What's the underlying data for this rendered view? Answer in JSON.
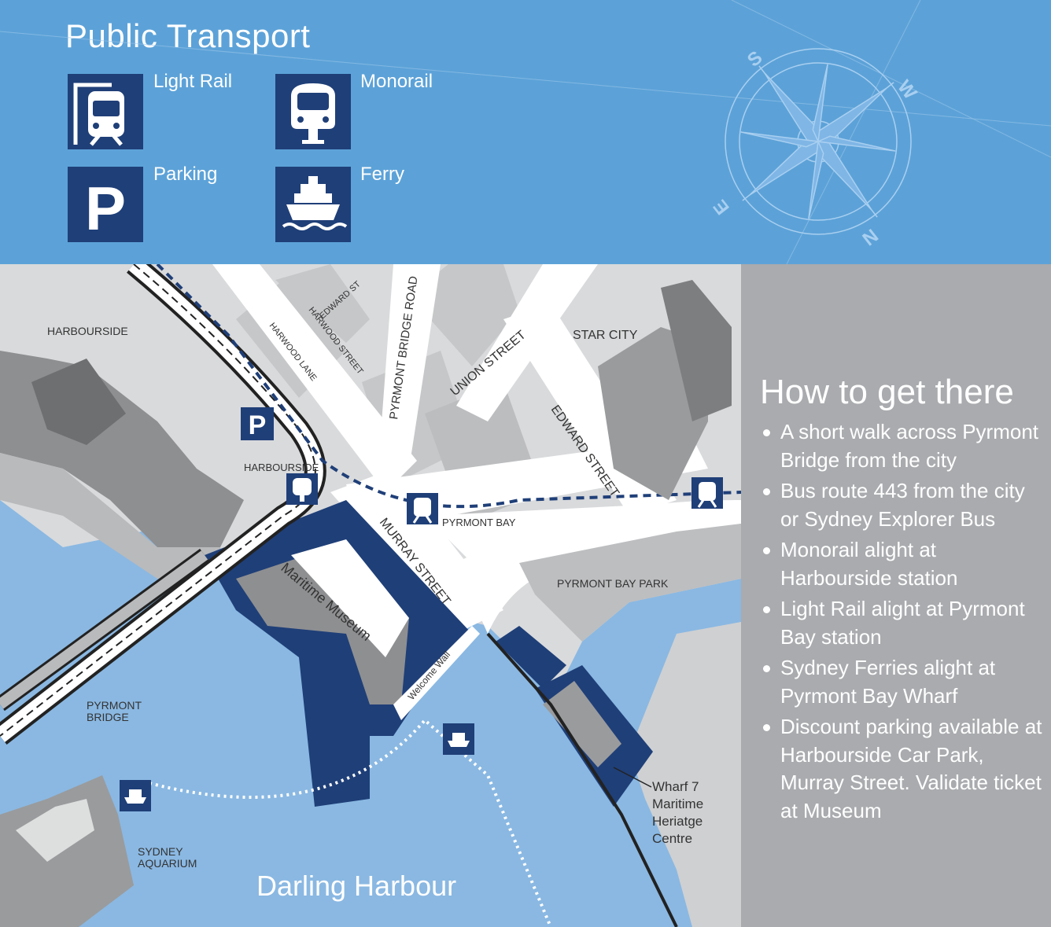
{
  "header": {
    "title": "Public Transport",
    "legend": [
      {
        "label": "Light Rail",
        "icon": "light-rail-icon"
      },
      {
        "label": "Monorail",
        "icon": "monorail-icon"
      },
      {
        "label": "Parking",
        "icon": "parking-icon"
      },
      {
        "label": "Ferry",
        "icon": "ferry-icon"
      }
    ],
    "compass_letters": [
      "S",
      "W",
      "E",
      "N"
    ]
  },
  "map": {
    "areas": {
      "harbourside": "HARBOURSIDE",
      "star_city": "STAR CITY",
      "pyrmont_bay_park": "PYRMONT BAY PARK",
      "pyrmont_bridge": [
        "PYRMONT",
        "BRIDGE"
      ],
      "sydney_aquarium": [
        "SYDNEY",
        "AQUARIUM"
      ],
      "darling_harbour": "Darling Harbour"
    },
    "streets": {
      "edward_st_top": "EDWARD ST",
      "harwood_street": "HARWOOD STREET",
      "harwood_lane": "HARWOOD LANE",
      "pyrmont_bridge_road": "PYRMONT BRIDGE ROAD",
      "union_street": "UNION STREET",
      "edward_street": "EDWARD STREET",
      "murray_street": "MURRAY STREET"
    },
    "stations": {
      "harbourside_monorail": "HARBOURSIDE",
      "pyrmont_bay": "PYRMONT BAY"
    },
    "buildings": {
      "maritime_museum": "Maritime Museum",
      "welcome_wall": "Welcome Wall",
      "wharf7": [
        "Wharf 7",
        "Maritime",
        "Heriatge",
        "Centre"
      ]
    },
    "colors": {
      "water": "#8ab8e2",
      "land": "#d9dadc",
      "road": "#ffffff",
      "navy": "#1f3f78"
    }
  },
  "sidebar": {
    "title": "How to get there",
    "items": [
      "A short walk across Pyrmont Bridge from the city",
      "Bus route 443 from the city or Sydney Explorer Bus",
      "Monorail alight at Harbourside station",
      "Light Rail alight at Pyrmont Bay station",
      "Sydney Ferries alight at Pyrmont Bay Wharf",
      "Discount parking available at Harbourside Car Park, Murray Street. Validate ticket at Museum"
    ]
  }
}
